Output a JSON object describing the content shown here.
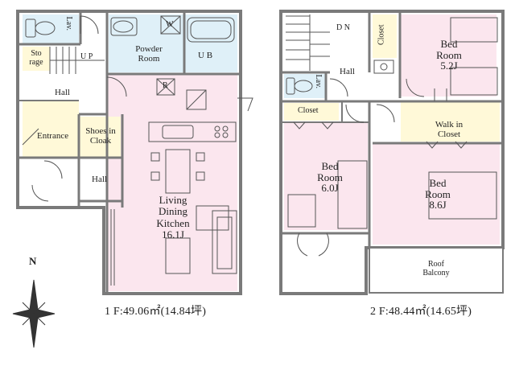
{
  "colors": {
    "wall": "#7a7a7a",
    "pink": "#fbe6ee",
    "blue": "#dff0f8",
    "yellow": "#fff9d8",
    "stroke": "#555555"
  },
  "floor1": {
    "rooms": {
      "lav": "Lav.",
      "powder_room": "Powder\nRoom",
      "ub": "U B",
      "storage": "Sto\nrage",
      "up": "U P",
      "hall": "Hall",
      "entrance": "Entrance",
      "shoes_cloak": "Shoes in\nCloak",
      "hall2": "Hall",
      "ldk": "Living\nDining\nKitchen\n16.1J",
      "w": "W",
      "r": "R"
    },
    "caption": "1 F:49.06㎡(14.84坪)"
  },
  "floor2": {
    "rooms": {
      "dn": "D N",
      "closet1": "Closet",
      "bed1": "Bed\nRoom\n5.2J",
      "hall": "Hall",
      "lav": "Lav.",
      "closet2": "Closet",
      "walkin": "Walk in\nCloset",
      "bed2": "Bed\nRoom\n6.0J",
      "bed3": "Bed\nRoom\n8.6J",
      "balcony": "Roof\nBalcony"
    },
    "caption": "2 F:48.44㎡(14.65坪)"
  },
  "compass": {
    "north": "N"
  }
}
